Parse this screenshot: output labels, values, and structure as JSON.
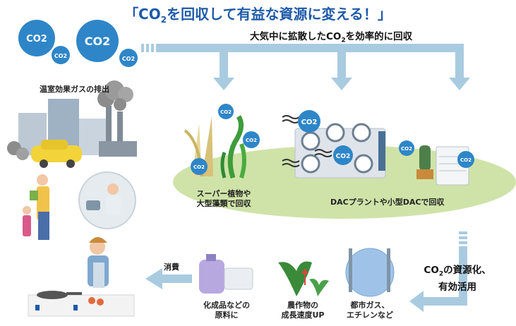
{
  "title": {
    "prefix": "「CO",
    "sub": "2",
    "suffix": "を回収して有益な資源に変える！」"
  },
  "top_label": {
    "prefix": "大気中に拡散したCO",
    "sub": "2",
    "suffix": "を効率的に回収"
  },
  "emission_label": "温室効果ガスの排出",
  "co2_text": "CO2",
  "plants_label": [
    "スーパー植物や",
    "大型藻類で回収"
  ],
  "dac_label": "DACプラントや小型DACで回収",
  "resource_label": {
    "line1_prefix": "CO",
    "line1_sub": "2",
    "line1_suffix": "の資源化、",
    "line2": "有効活用"
  },
  "uses": [
    {
      "line1": "都市ガス、",
      "line2": "エチレンなど"
    },
    {
      "line1": "農作物の",
      "line2": "成長速度UP"
    },
    {
      "line1": "化成品などの",
      "line2": "原料に"
    }
  ],
  "consume_label": "消費",
  "colors": {
    "accent_blue": "#1e5aa8",
    "arrow_blue": "#a9cbe0",
    "cloud_blue": "#2e86c8",
    "ground_green": "#cfe3a8"
  }
}
